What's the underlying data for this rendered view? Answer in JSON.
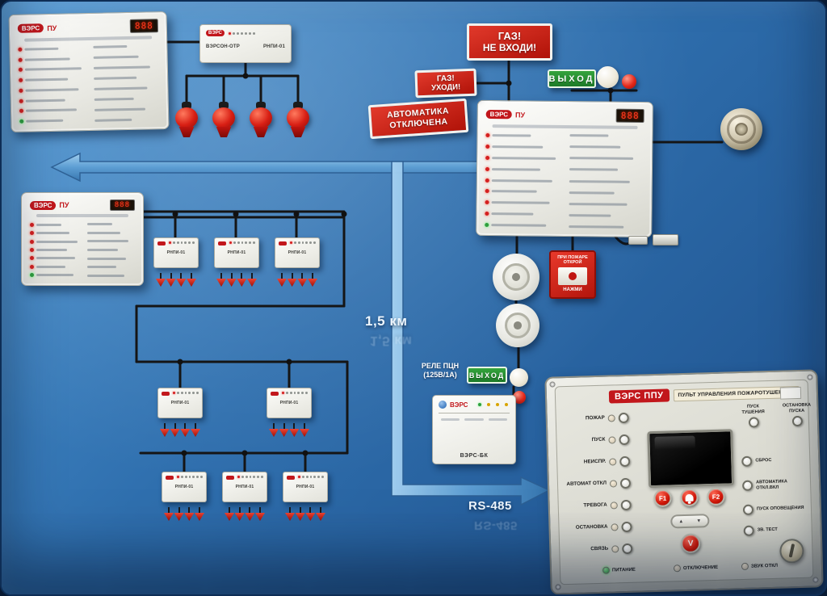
{
  "scene": {
    "bg_accent": "#3f86c6",
    "wire_color": "#151515",
    "arrow_color": "#5e9fd4"
  },
  "labels": {
    "distance": "1,5 км",
    "bus": "RS-485",
    "relay_line1": "РЕЛЕ ПЦН",
    "relay_line2": "(125В/1А)"
  },
  "signs": {
    "gas_no_entry_line1": "ГАЗ!",
    "gas_no_entry_line2": "НЕ ВХОДИ!",
    "gas_leave_line1": "ГАЗ!",
    "gas_leave_line2": "УХОДИ!",
    "automation_line1": "АВТОМАТИКА",
    "automation_line2": "ОТКЛЮЧЕНА",
    "exit": "ВЫХОД"
  },
  "panel": {
    "brand": "ВЭРС",
    "model": "ПУ",
    "display": "888"
  },
  "module_top": {
    "left_label": "ВЭРСОН-ОТР",
    "right_label": "РНПИ-01"
  },
  "rnpi_label": "РНПИ-01",
  "call_point": {
    "line1": "ПРИ ПОЖАРЕ",
    "line2": "ОТКРОЙ",
    "line3": "НАЖМИ"
  },
  "bk": {
    "brand": "ВЭРС",
    "label": "ВЭРС-БК"
  },
  "console": {
    "title": "ВЭРС ППУ",
    "subtitle": "ПУЛЬТ УПРАВЛЕНИЯ ПОЖАРОТУШЕНИЕМ",
    "left_rows": [
      "ПОЖАР",
      "ПУСК",
      "НЕИСПР.",
      "АВТОМАТ ОТКЛ",
      "ТРЕВОГА",
      "ОСТАНОВКА",
      "СВЯЗЬ"
    ],
    "bottom_rows": [
      "ПИТАНИЕ",
      "ОТКЛЮЧЕНИЕ",
      "ЗВУК ОТКЛ"
    ],
    "right_rows": [
      "ПУСК ТУШЕНИЯ",
      "ОСТАНОВКА ПУСКА",
      "СБРОС",
      "АВТОМАТИКА ОТКЛ.ВКЛ",
      "ПУСК ОПОВЕЩЕНИЯ",
      "ЗВ. ТЕСТ"
    ],
    "f1": "F1",
    "f2": "F2",
    "confirm": "V",
    "nav_up": "▲",
    "nav_down": "▼"
  }
}
